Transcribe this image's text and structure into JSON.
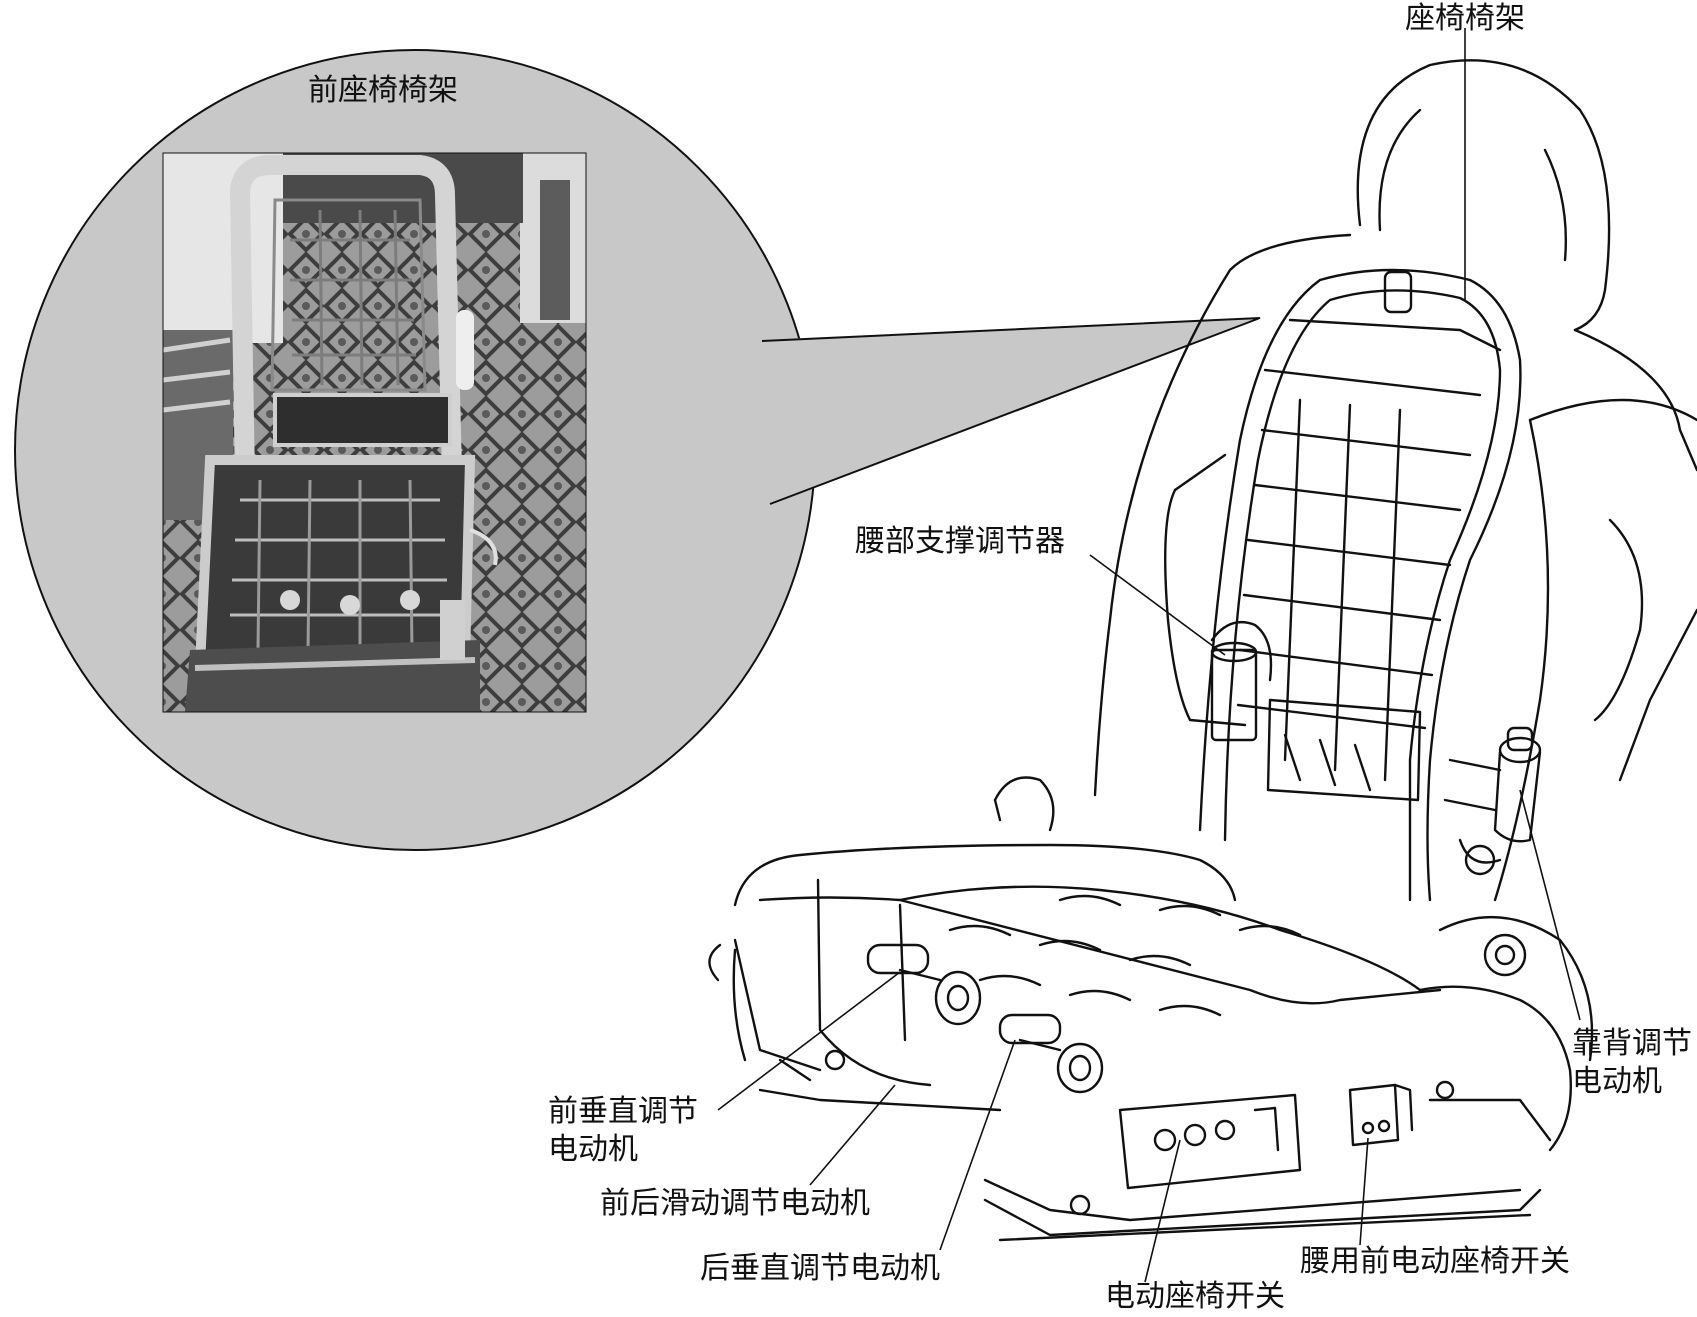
{
  "inset": {
    "title": "前座椅椅架"
  },
  "labels": {
    "seat_frame": "座椅椅架",
    "lumbar_support_adjuster": "腰部支撑调节器",
    "backrest_motor_line1": "靠背调节",
    "backrest_motor_line2": "电动机",
    "front_vertical_motor_line1": "前垂直调节",
    "front_vertical_motor_line2": "电动机",
    "slide_motor": "前后滑动调节电动机",
    "rear_vertical_motor": "后垂直调节电动机",
    "power_seat_switch": "电动座椅开关",
    "lumbar_power_seat_switch": "腰用前电动座椅开关"
  },
  "colors": {
    "callout_fill": "#c8c8c8",
    "photo_dark": "#3a3a3a",
    "photo_light": "#d8d8d8",
    "line": "#111111"
  }
}
